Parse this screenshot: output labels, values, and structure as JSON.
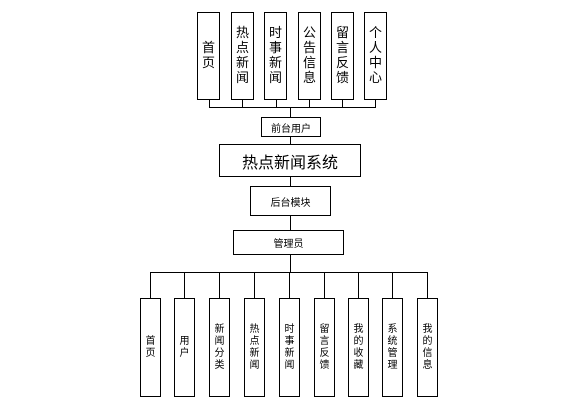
{
  "frontend_label": "前台用户",
  "system_title": "热点新闻系统",
  "backend_label": "后台模块",
  "admin_label": "管理员",
  "frontend_modules": [
    {
      "name": "首页",
      "chars": [
        "首",
        "页"
      ]
    },
    {
      "name": "热点新闻",
      "chars": [
        "热",
        "点",
        "新",
        "闻"
      ]
    },
    {
      "name": "时事新闻",
      "chars": [
        "时",
        "事",
        "新",
        "闻"
      ]
    },
    {
      "name": "公告信息",
      "chars": [
        "公",
        "告",
        "信",
        "息"
      ]
    },
    {
      "name": "留言反馈",
      "chars": [
        "留",
        "言",
        "反",
        "馈"
      ]
    },
    {
      "name": "个人中心",
      "chars": [
        "个",
        "人",
        "中",
        "心"
      ]
    }
  ],
  "admin_modules": [
    {
      "name": "首页",
      "chars": [
        "首",
        "页"
      ]
    },
    {
      "name": "用户",
      "chars": [
        "用",
        "户"
      ]
    },
    {
      "name": "新闻分类",
      "chars": [
        "新",
        "闻",
        "分",
        "类"
      ]
    },
    {
      "name": "热点新闻",
      "chars": [
        "热",
        "点",
        "新",
        "闻"
      ]
    },
    {
      "name": "时事新闻",
      "chars": [
        "时",
        "事",
        "新",
        "闻"
      ]
    },
    {
      "name": "留言反馈",
      "chars": [
        "留",
        "言",
        "反",
        "馈"
      ]
    },
    {
      "name": "我的收藏",
      "chars": [
        "我",
        "的",
        "收",
        "藏"
      ]
    },
    {
      "name": "系统管理",
      "chars": [
        "系",
        "统",
        "管",
        "理"
      ]
    },
    {
      "name": "我的信息",
      "chars": [
        "我",
        "的",
        "信",
        "息"
      ]
    }
  ]
}
